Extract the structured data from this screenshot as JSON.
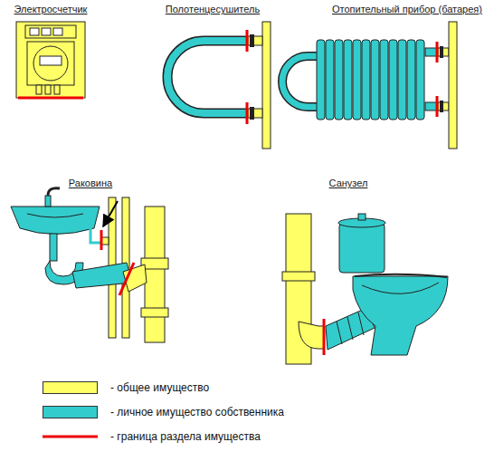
{
  "diagram": {
    "labels": [
      "Электросчетчик",
      "Полотенцесушитель",
      "Отопительный прибор (батарея)",
      "Раковина",
      "Санузел"
    ],
    "legend": [
      {
        "text": "- общее имущество",
        "color": "#ffff66"
      },
      {
        "text": "- личное имущество собственника",
        "color": "#33cccc"
      },
      {
        "text": "- граница раздела имущества"
      }
    ]
  }
}
